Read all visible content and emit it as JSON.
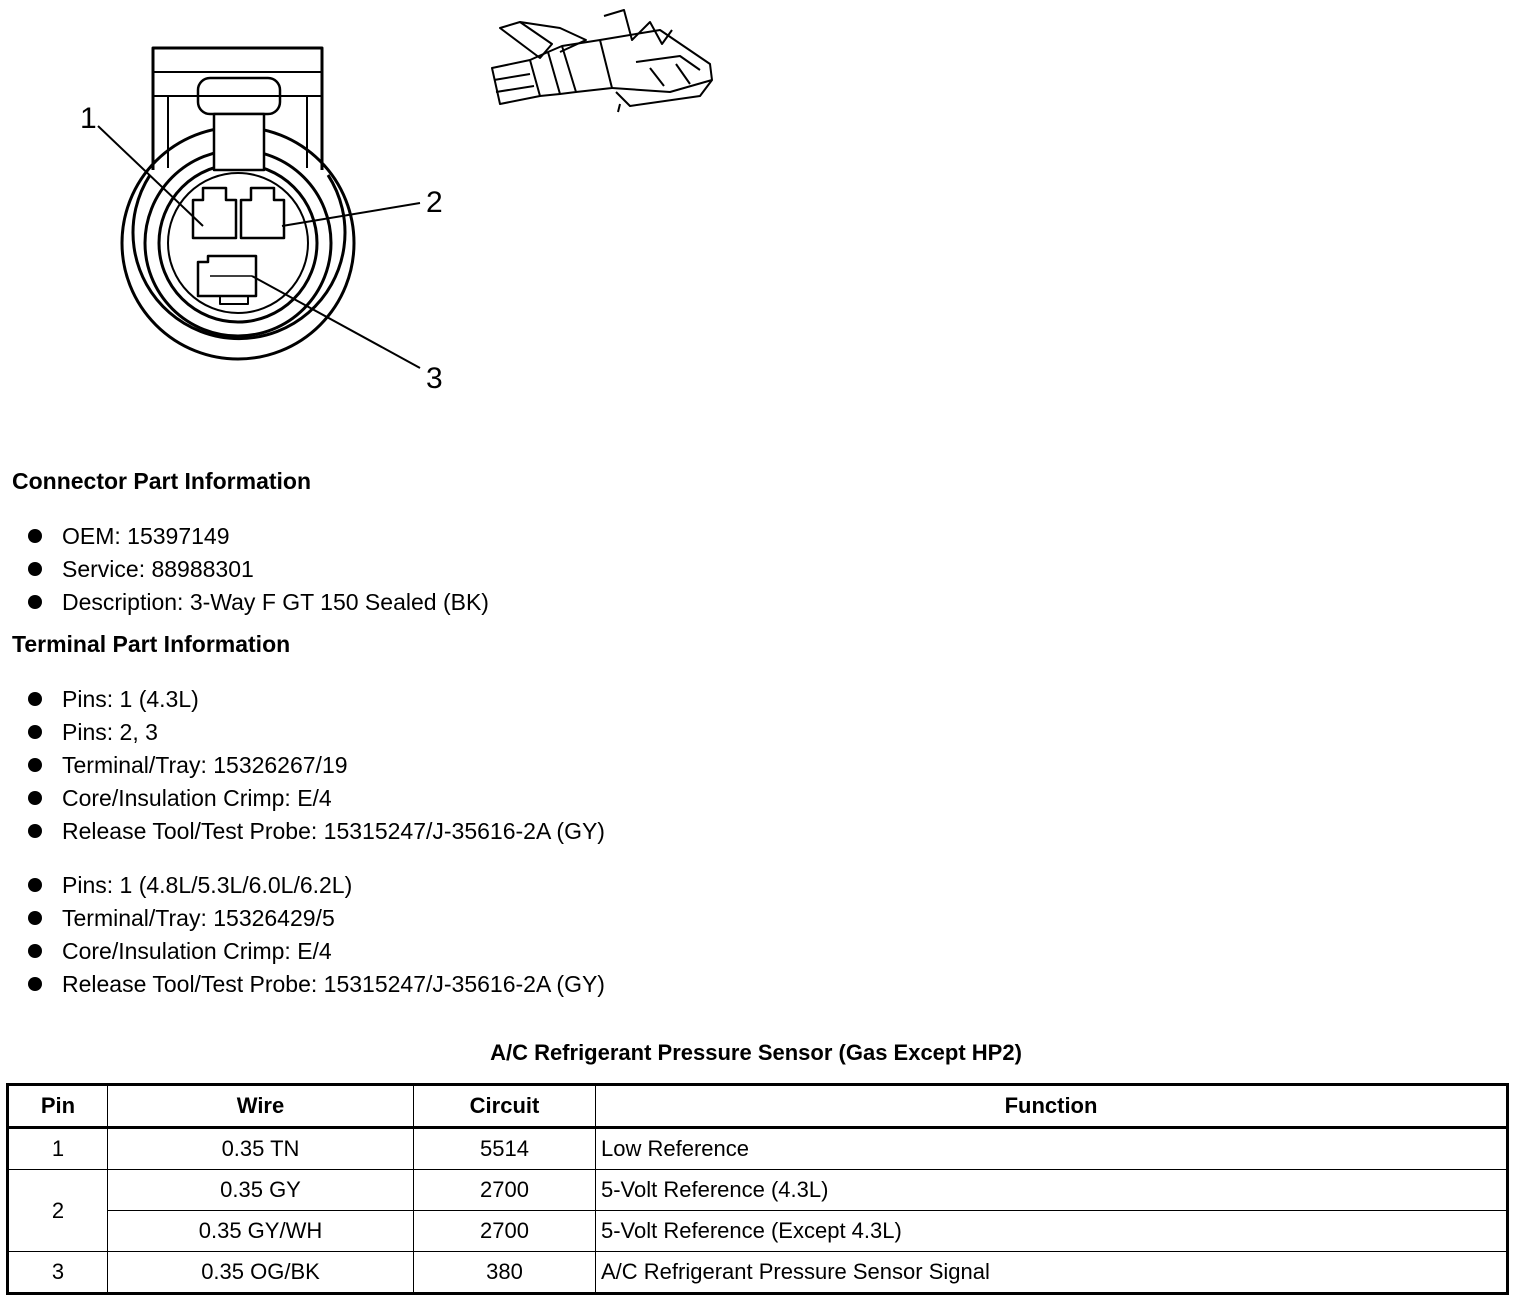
{
  "diagram": {
    "callouts": [
      "1",
      "2",
      "3"
    ]
  },
  "connector_part_information": {
    "title": "Connector Part Information",
    "items": [
      "OEM: 15397149",
      "Service: 88988301",
      "Description: 3-Way F GT 150 Sealed (BK)"
    ]
  },
  "terminal_part_information": {
    "title": "Terminal Part Information",
    "groups": [
      [
        "Pins: 1 (4.3L)",
        "Pins: 2, 3",
        "Terminal/Tray: 15326267/19",
        "Core/Insulation Crimp: E/4",
        "Release Tool/Test Probe: 15315247/J-35616-2A (GY)"
      ],
      [
        "Pins: 1 (4.8L/5.3L/6.0L/6.2L)",
        "Terminal/Tray: 15326429/5",
        "Core/Insulation Crimp: E/4",
        "Release Tool/Test Probe: 15315247/J-35616-2A (GY)"
      ]
    ]
  },
  "pin_table": {
    "title": "A/C Refrigerant Pressure Sensor (Gas Except HP2)",
    "headers": [
      "Pin",
      "Wire",
      "Circuit",
      "Function"
    ],
    "rows": [
      {
        "pin": "1",
        "wire": "0.35 TN",
        "circuit": "5514",
        "function": "Low Reference"
      },
      {
        "pin": "2",
        "wire": "0.35 GY",
        "circuit": "2700",
        "function": "5-Volt Reference (4.3L)"
      },
      {
        "pin": "",
        "wire": "0.35 GY/WH",
        "circuit": "2700",
        "function": "5-Volt Reference (Except 4.3L)"
      },
      {
        "pin": "3",
        "wire": "0.35 OG/BK",
        "circuit": "380",
        "function": "A/C Refrigerant Pressure Sensor Signal"
      }
    ]
  }
}
